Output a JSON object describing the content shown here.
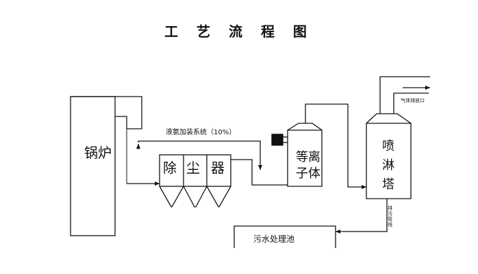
{
  "title": "工 艺 流 程 图",
  "units": {
    "boiler": "锅炉",
    "dust_collector": [
      "除",
      "尘",
      "器"
    ],
    "plasma": "等离子体",
    "spray_tower": "喷淋塔",
    "wastewater": "污水处理池"
  },
  "labels": {
    "ammonia": "液氨加装系统（10%）",
    "exhaust": "气体排放口",
    "sewage_pipe": "排污管线"
  }
}
